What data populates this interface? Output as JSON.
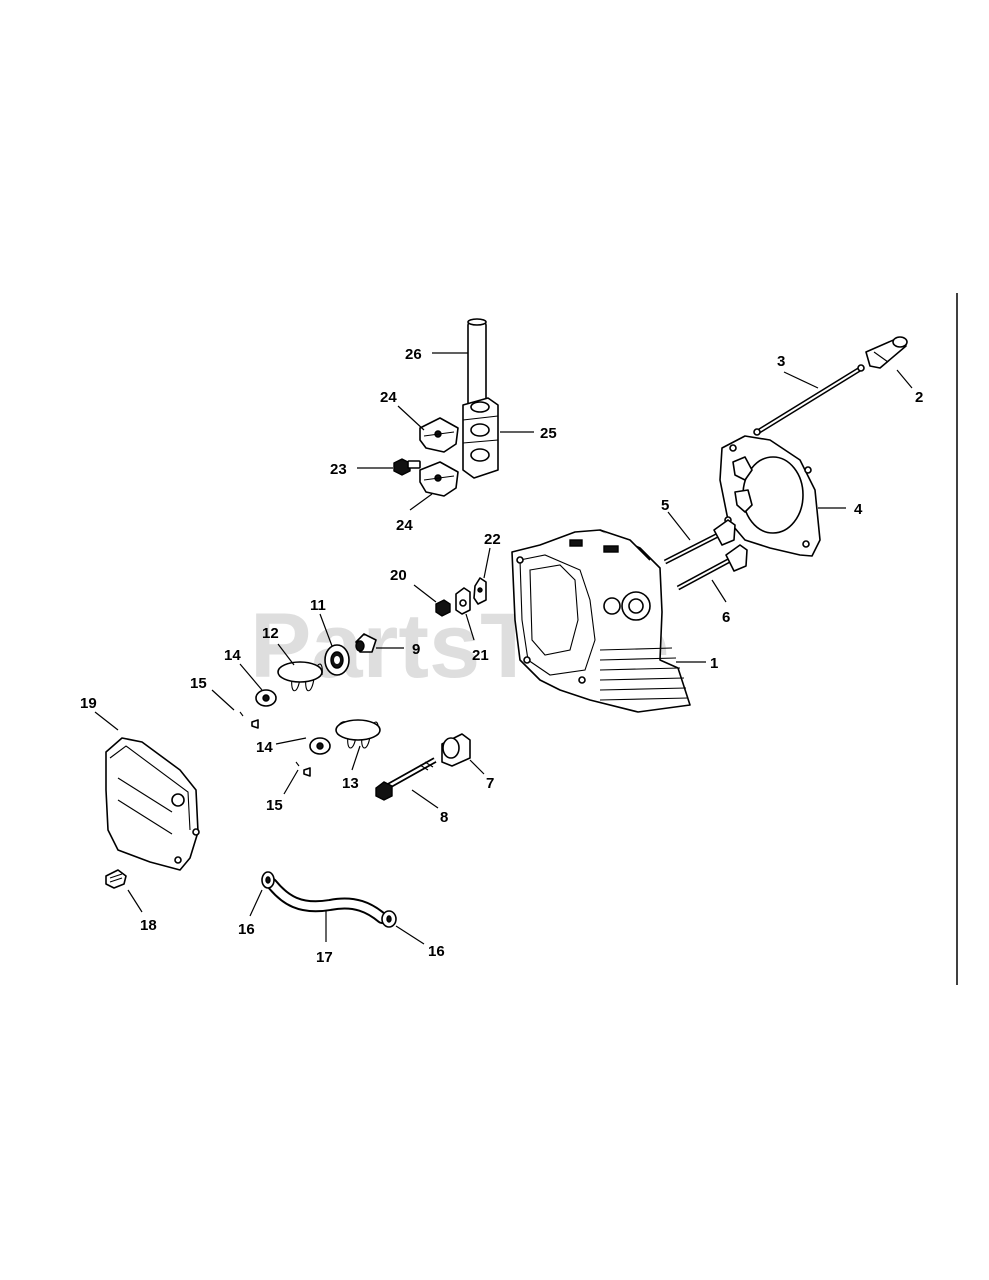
{
  "watermark": "PartsTree",
  "callouts": [
    {
      "id": "1"
    },
    {
      "id": "2"
    },
    {
      "id": "3"
    },
    {
      "id": "4"
    },
    {
      "id": "5"
    },
    {
      "id": "6"
    },
    {
      "id": "7"
    },
    {
      "id": "8"
    },
    {
      "id": "9"
    },
    {
      "id": "11"
    },
    {
      "id": "12"
    },
    {
      "id": "13"
    },
    {
      "id": "14"
    },
    {
      "id": "14"
    },
    {
      "id": "15"
    },
    {
      "id": "15"
    },
    {
      "id": "16"
    },
    {
      "id": "16"
    },
    {
      "id": "17"
    },
    {
      "id": "18"
    },
    {
      "id": "19"
    },
    {
      "id": "20"
    },
    {
      "id": "21"
    },
    {
      "id": "22"
    },
    {
      "id": "23"
    },
    {
      "id": "24"
    },
    {
      "id": "24"
    },
    {
      "id": "25"
    },
    {
      "id": "26"
    }
  ]
}
